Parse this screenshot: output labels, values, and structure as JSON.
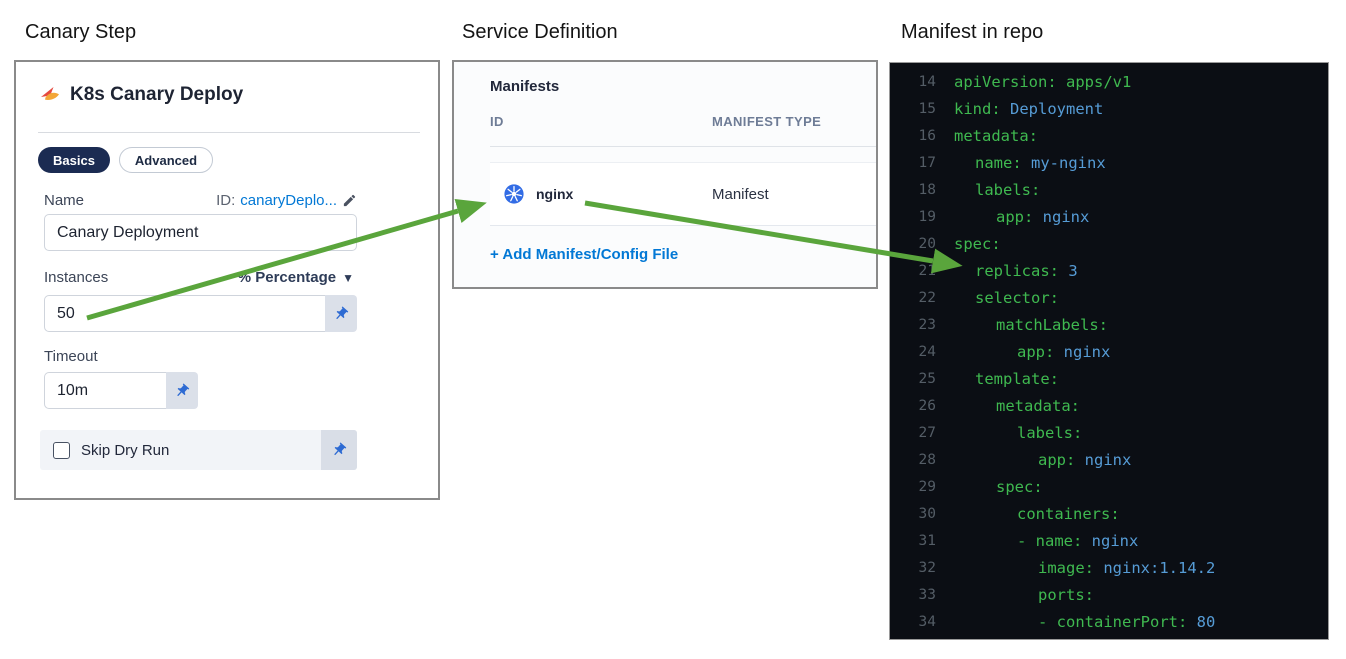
{
  "headings": {
    "canary": "Canary Step",
    "service": "Service Definition",
    "manifest": "Manifest in repo"
  },
  "canary_card": {
    "title": "K8s Canary Deploy",
    "tabs": [
      {
        "label": "Basics",
        "active": true
      },
      {
        "label": "Advanced",
        "active": false
      }
    ],
    "name_label": "Name",
    "id_prefix": "ID:",
    "id_value": "canaryDeplo...",
    "name_value": "Canary Deployment",
    "instances_label": "Instances",
    "unit_selector_value": "% Percentage",
    "instances_value": "50",
    "timeout_label": "Timeout",
    "timeout_value": "10m",
    "skip_dry_run_label": "Skip Dry Run",
    "skip_dry_run_checked": false
  },
  "service_card": {
    "title": "Manifests",
    "columns": [
      "ID",
      "MANIFEST TYPE"
    ],
    "rows": [
      {
        "id": "nginx",
        "manifest_type": "Manifest",
        "icon": "kubernetes-icon"
      }
    ],
    "add_link": "+ Add Manifest/Config File"
  },
  "code_panel": {
    "language": "yaml",
    "lines": [
      {
        "num": 14,
        "indent": 0,
        "dash": false,
        "key": "apiVersion",
        "value": "apps/v1",
        "value_style": "green"
      },
      {
        "num": 15,
        "indent": 0,
        "dash": false,
        "key": "kind",
        "value": "Deployment",
        "value_style": "blue"
      },
      {
        "num": 16,
        "indent": 0,
        "dash": false,
        "key": "metadata",
        "value": "",
        "value_style": ""
      },
      {
        "num": 17,
        "indent": 1,
        "dash": false,
        "key": "name",
        "value": "my-nginx",
        "value_style": "blue"
      },
      {
        "num": 18,
        "indent": 1,
        "dash": false,
        "key": "labels",
        "value": "",
        "value_style": ""
      },
      {
        "num": 19,
        "indent": 2,
        "dash": false,
        "key": "app",
        "value": "nginx",
        "value_style": "blue"
      },
      {
        "num": 20,
        "indent": 0,
        "dash": false,
        "key": "spec",
        "value": "",
        "value_style": ""
      },
      {
        "num": 21,
        "indent": 1,
        "dash": false,
        "key": "replicas",
        "value": "3",
        "value_style": "blue"
      },
      {
        "num": 22,
        "indent": 1,
        "dash": false,
        "key": "selector",
        "value": "",
        "value_style": ""
      },
      {
        "num": 23,
        "indent": 2,
        "dash": false,
        "key": "matchLabels",
        "value": "",
        "value_style": ""
      },
      {
        "num": 24,
        "indent": 3,
        "dash": false,
        "key": "app",
        "value": "nginx",
        "value_style": "blue"
      },
      {
        "num": 25,
        "indent": 1,
        "dash": false,
        "key": "template",
        "value": "",
        "value_style": ""
      },
      {
        "num": 26,
        "indent": 2,
        "dash": false,
        "key": "metadata",
        "value": "",
        "value_style": ""
      },
      {
        "num": 27,
        "indent": 3,
        "dash": false,
        "key": "labels",
        "value": "",
        "value_style": ""
      },
      {
        "num": 28,
        "indent": 4,
        "dash": false,
        "key": "app",
        "value": "nginx",
        "value_style": "blue"
      },
      {
        "num": 29,
        "indent": 2,
        "dash": false,
        "key": "spec",
        "value": "",
        "value_style": ""
      },
      {
        "num": 30,
        "indent": 3,
        "dash": false,
        "key": "containers",
        "value": "",
        "value_style": ""
      },
      {
        "num": 31,
        "indent": 3,
        "dash": true,
        "key": "name",
        "value": "nginx",
        "value_style": "blue"
      },
      {
        "num": 32,
        "indent": 4,
        "dash": false,
        "key": "image",
        "value": "nginx:1.14.2",
        "value_style": "blue"
      },
      {
        "num": 33,
        "indent": 4,
        "dash": false,
        "key": "ports",
        "value": "",
        "value_style": ""
      },
      {
        "num": 34,
        "indent": 4,
        "dash": true,
        "key": "containerPort",
        "value": "80",
        "value_style": "blue"
      }
    ]
  },
  "annotations": {
    "arrows": [
      {
        "from": "instances-value",
        "to": "manifest-nginx-row"
      },
      {
        "from": "manifest-nginx-row",
        "to": "code-line-replicas"
      }
    ]
  },
  "colors": {
    "arrow_green": "#5aa53c",
    "link_blue": "#0278d5",
    "tab_active_bg": "#1b2b52",
    "code_bg": "#0b0e14",
    "code_key": "#3fb950",
    "code_value": "#569cd6",
    "code_line_number": "#545d66",
    "kubernetes_blue": "#326ce5",
    "pin_blue": "#2e6bd3",
    "panel_border": "#8a8a8a",
    "input_border": "#cfd4dc",
    "light_row_bg": "#f2f4f8",
    "pin_btn_bg": "#dbe0e9",
    "label_gray": "#3c4557",
    "col_header": "#6e7c96",
    "id_prefix_gray": "#5c6370",
    "divider": "#d8dbe0"
  }
}
